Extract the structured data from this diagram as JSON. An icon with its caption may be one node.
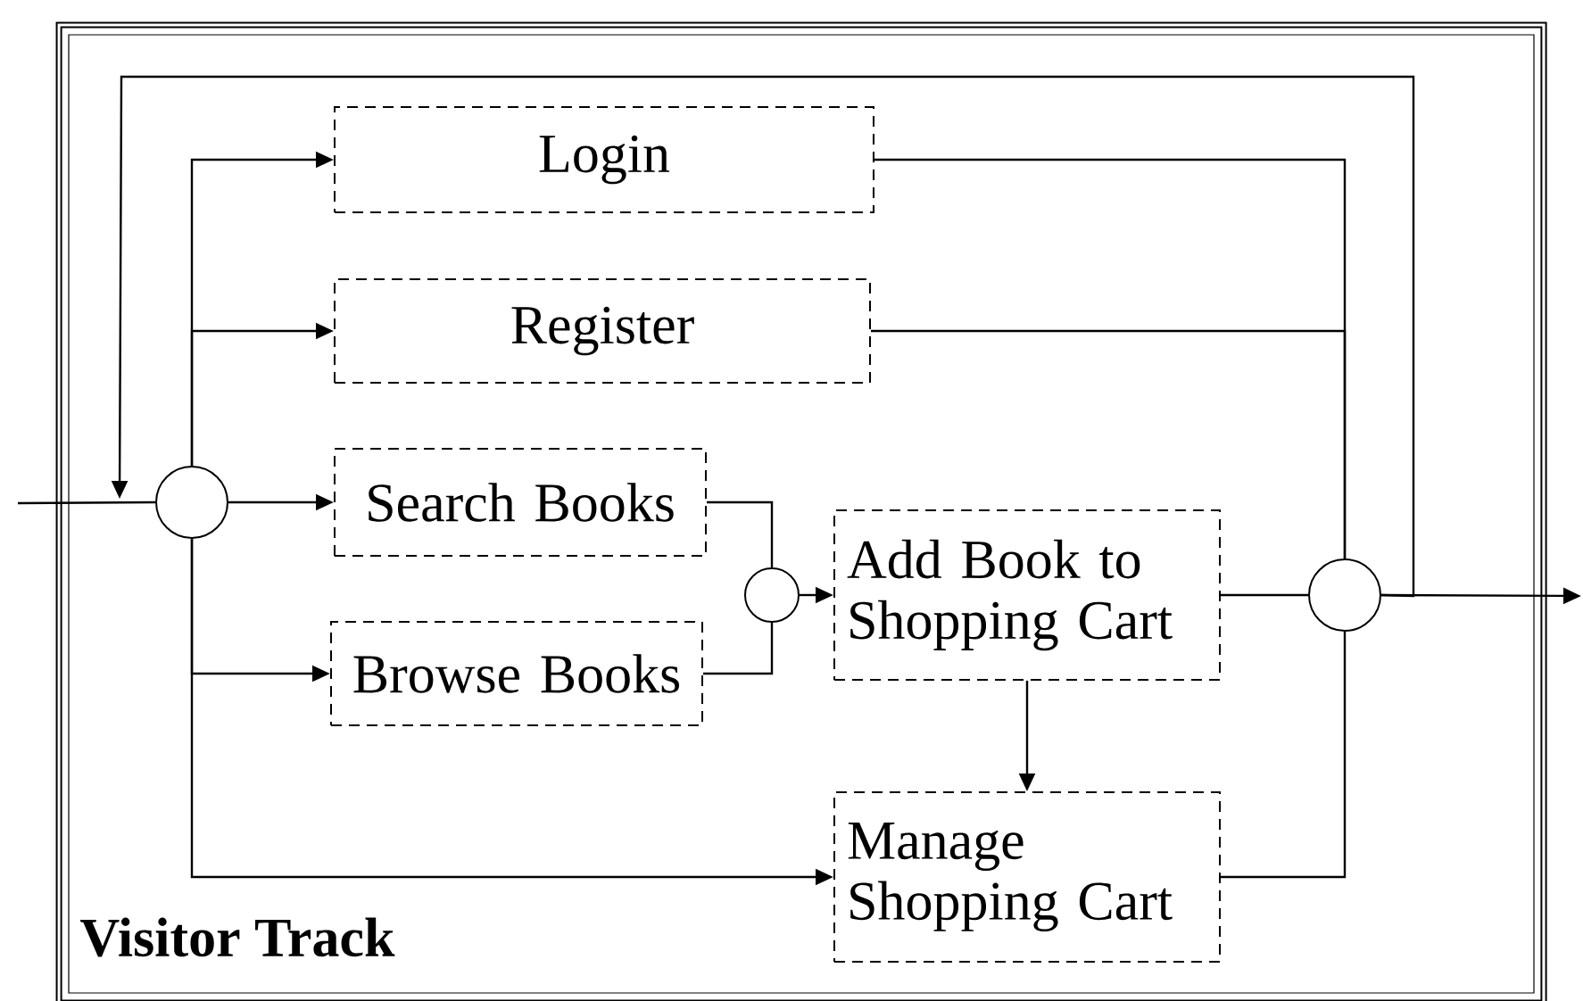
{
  "diagram": {
    "nodes": [
      {
        "text": [
          "Visitor Track"
        ]
      },
      {
        "text": [],
        "shape": "circle",
        "in": 0
      },
      {
        "text": [
          "Login"
        ],
        "in": 0
      },
      {
        "text": [
          "Register"
        ],
        "in": 0
      },
      {
        "text": [
          "Search Books"
        ],
        "in": 0
      },
      {
        "text": [
          "Browse Books"
        ],
        "in": 0
      },
      {
        "text": [],
        "shape": "circle",
        "in": 0
      },
      {
        "text": [
          "Add Book to Shopping Cart"
        ],
        "in": 0
      },
      {
        "text": [
          "Manage Shopping Cart"
        ],
        "in": 0
      },
      {
        "text": [],
        "shape": "circle",
        "in": 0
      }
    ],
    "edges": [
      {
        "from": null,
        "to": 1,
        "arrow": "none"
      },
      {
        "from": 1,
        "to": 2,
        "arrow": "to"
      },
      {
        "from": 1,
        "to": 3,
        "arrow": "to"
      },
      {
        "from": 1,
        "to": 4,
        "arrow": "to"
      },
      {
        "from": 1,
        "to": 5,
        "arrow": "to"
      },
      {
        "from": 1,
        "to": 8,
        "arrow": "to"
      },
      {
        "from": 4,
        "to": 6,
        "arrow": "none"
      },
      {
        "from": 5,
        "to": 6,
        "arrow": "none"
      },
      {
        "from": 6,
        "to": 7,
        "arrow": "to"
      },
      {
        "from": 7,
        "to": 8,
        "arrow": "to"
      },
      {
        "from": 2,
        "to": 9,
        "arrow": "none"
      },
      {
        "from": 3,
        "to": 9,
        "arrow": "none"
      },
      {
        "from": 7,
        "to": 9,
        "arrow": "none"
      },
      {
        "from": 8,
        "to": 9,
        "arrow": "none"
      },
      {
        "from": 9,
        "to": 1,
        "arrow": "to"
      },
      {
        "from": 9,
        "to": null,
        "arrow": "to"
      }
    ]
  }
}
